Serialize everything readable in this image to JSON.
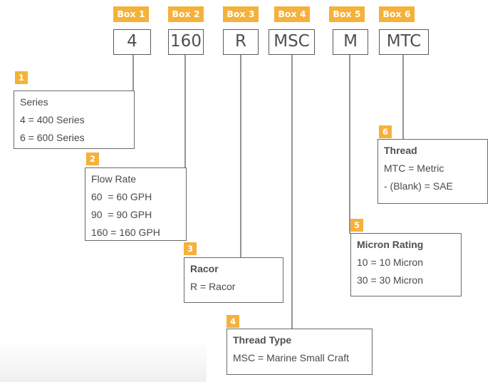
{
  "boxes": [
    {
      "tag": "Box 1",
      "code": "4"
    },
    {
      "tag": "Box 2",
      "code": "160"
    },
    {
      "tag": "Box 3",
      "code": "R"
    },
    {
      "tag": "Box 4",
      "code": "MSC"
    },
    {
      "tag": "Box 5",
      "code": "M"
    },
    {
      "tag": "Box 6",
      "code": "MTC"
    }
  ],
  "definitions": [
    {
      "number": "1",
      "title": "Series",
      "lines": [
        "4 = 400 Series",
        "6 = 600 Series"
      ]
    },
    {
      "number": "2",
      "title": "Flow Rate",
      "lines": [
        "60  = 60 GPH",
        "90  = 90 GPH",
        "160 = 160 GPH"
      ]
    },
    {
      "number": "3",
      "title": "Racor",
      "lines": [
        "R = Racor"
      ]
    },
    {
      "number": "4",
      "title": "Thread Type",
      "lines": [
        "MSC = Marine Small Craft"
      ]
    },
    {
      "number": "5",
      "title": "Micron Rating",
      "lines": [
        "10 = 10 Micron",
        "30 = 30 Micron"
      ]
    },
    {
      "number": "6",
      "title": "Thread",
      "lines": [
        "MTC = Metric",
        "- (Blank) = SAE"
      ]
    }
  ],
  "colors": {
    "accent": "#f5b13a",
    "border": "#5a5a5a",
    "text": "#4a4a4a"
  }
}
